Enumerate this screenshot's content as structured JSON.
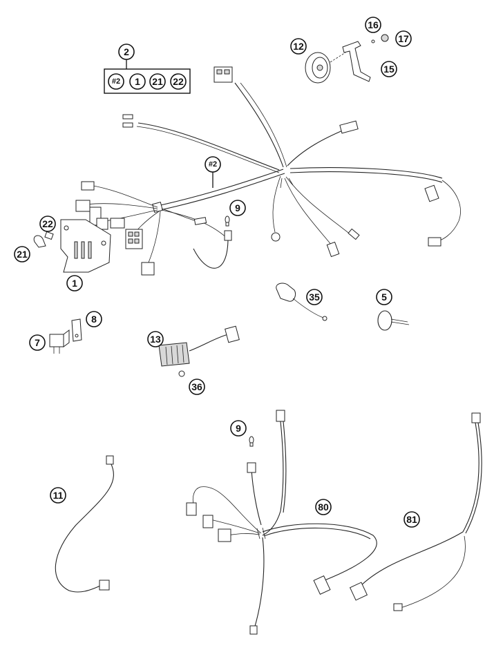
{
  "diagram": {
    "kit": {
      "label": "2",
      "contents": [
        "#2",
        "1",
        "21",
        "22"
      ]
    },
    "callouts": {
      "p12": "12",
      "p16": "16",
      "p17": "17",
      "p15": "15",
      "pHarness": "#2",
      "p9a": "9",
      "p22": "22",
      "p21": "21",
      "p1": "1",
      "p35": "35",
      "p5": "5",
      "p8": "8",
      "p7": "7",
      "p13": "13",
      "p36": "36",
      "p9b": "9",
      "p11": "11",
      "p80": "80",
      "p81": "81"
    }
  }
}
